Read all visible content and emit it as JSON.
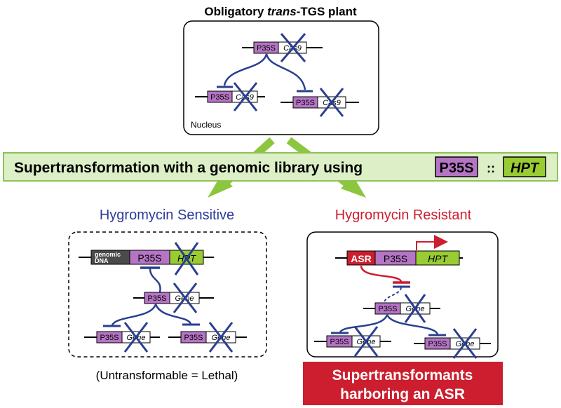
{
  "top": {
    "title_bold": "Obligatory ",
    "title_italic": "trans",
    "title_rest": "-TGS plant",
    "nucleus_label": "Nucleus",
    "promoter": "P35S",
    "gene": "Cas9"
  },
  "banner": {
    "text": "Supertransformation with a genomic library using",
    "promoter": "P35S",
    "separator": "::",
    "gene": "HPT"
  },
  "left": {
    "title": "Hygromycin Sensitive",
    "genomic_line1": "genomic",
    "genomic_line2": "DNA",
    "promoter": "P35S",
    "gene_hpt": "HPT",
    "gene": "Gene",
    "footer": "(Untransformable = Lethal)"
  },
  "right": {
    "title": "Hygromycin Resistant",
    "asr": "ASR",
    "promoter": "P35S",
    "gene_hpt": "HPT",
    "gene": "Gene",
    "footer_line1": "Supertransformants",
    "footer_line2": "harboring an ASR"
  },
  "colors": {
    "promoter": "#b574c4",
    "hpt": "#99cc33",
    "asr": "#cc1e2e",
    "cross": "#2a3f8f",
    "banner_bg": "#dcefc6",
    "banner_border": "#8fc155",
    "arrow": "#8cc63f",
    "sensitive_title": "#2b3a9a",
    "resistant_title": "#cc1e2e"
  }
}
